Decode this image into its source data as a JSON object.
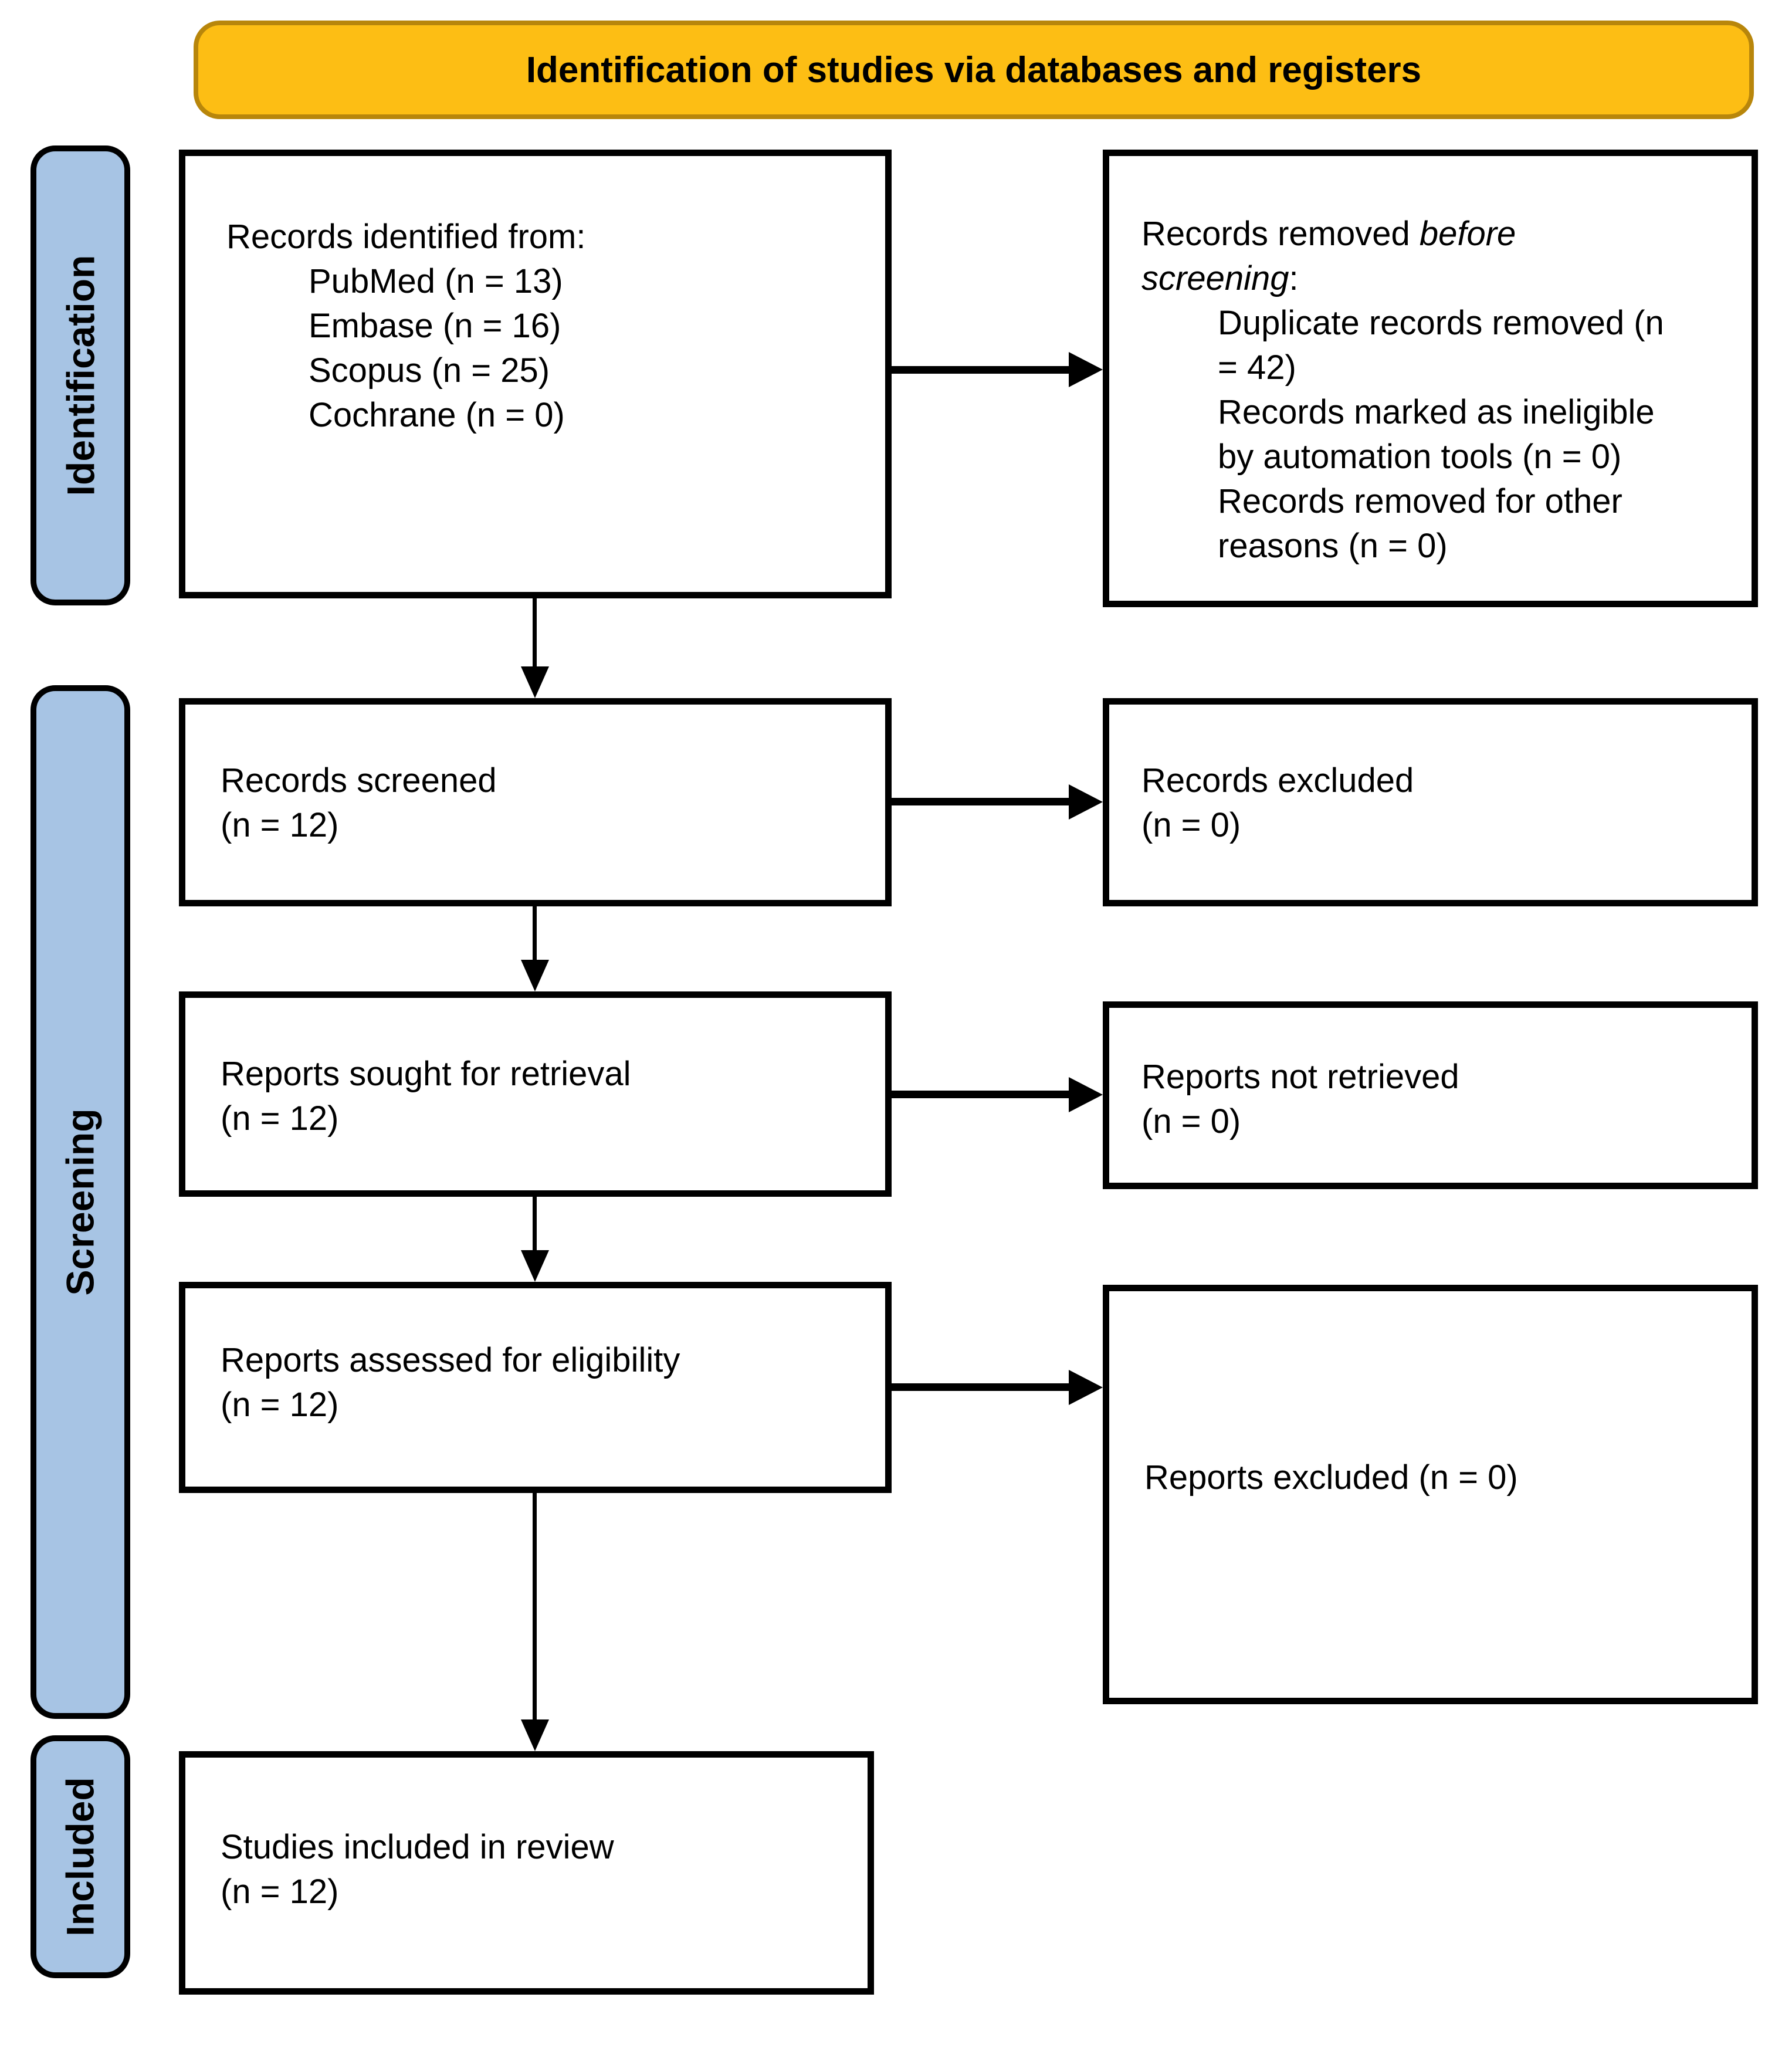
{
  "banner": {
    "title": "Identification of studies via databases and registers"
  },
  "sidebar": {
    "identification": "Identification",
    "screening": "Screening",
    "included": "Included"
  },
  "boxes": {
    "records_identified": {
      "title": "Records identified from:",
      "items": [
        "PubMed (n = 13)",
        "Embase (n = 16)",
        "Scopus (n = 25)",
        "Cochrane (n = 0)"
      ]
    },
    "records_removed": {
      "title_prefix": "Records removed ",
      "title_emphasis": "before screening",
      "title_suffix": ":",
      "items": [
        "Duplicate records removed (n = 42)",
        "Records marked as ineligible by automation tools (n = 0)",
        "Records removed for other reasons (n = 0)"
      ]
    },
    "records_screened": {
      "line1": "Records screened",
      "line2": "(n = 12)"
    },
    "records_excluded": {
      "line1": "Records excluded",
      "line2": "(n = 0)"
    },
    "reports_sought": {
      "line1": "Reports sought for retrieval",
      "line2": "(n = 12)"
    },
    "reports_not_retrieved": {
      "line1": "Reports not retrieved",
      "line2": "(n = 0)"
    },
    "reports_assessed": {
      "line1": "Reports assessed for eligibility",
      "line2": "(n = 12)"
    },
    "reports_excluded": {
      "line1": "Reports excluded (n = 0)"
    },
    "studies_included": {
      "line1": "Studies included in review",
      "line2": "(n = 12)"
    }
  },
  "colors": {
    "banner_fill": "#FDBE14",
    "banner_border": "#B8860B",
    "sidebar_fill": "#A7C4E4",
    "box_border": "#000000"
  }
}
